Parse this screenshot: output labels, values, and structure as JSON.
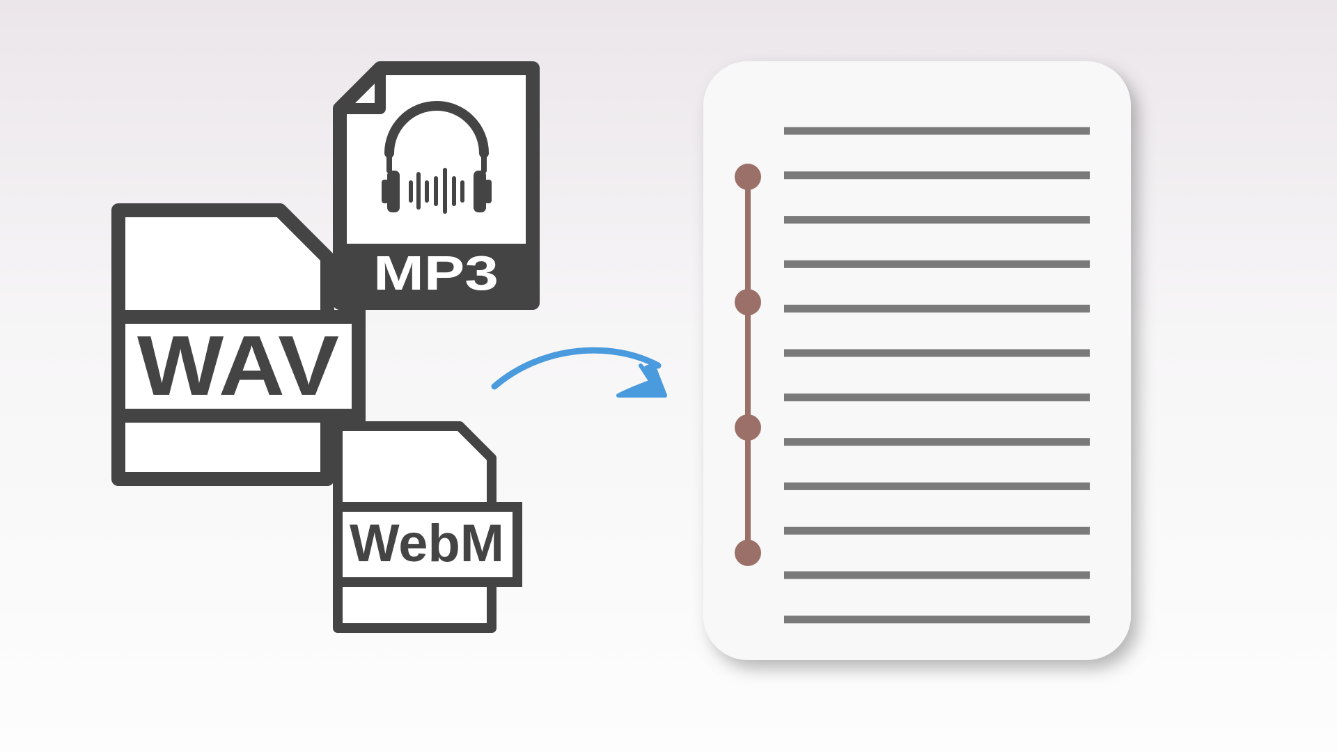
{
  "colors": {
    "icon_dark": "#444444",
    "arrow_blue": "#4a9ade",
    "document_bg": "#f8f8f8",
    "document_line": "#7a7a7a",
    "timeline": "#9b7068"
  },
  "files": {
    "mp3": {
      "label": "MP3",
      "icon": "headphones-icon"
    },
    "wav": {
      "label": "WAV"
    },
    "webm": {
      "label": "WebM"
    }
  },
  "arrow": {
    "icon": "curved-arrow-icon"
  },
  "document": {
    "icon": "transcript-document-icon",
    "line_count": 12,
    "timeline_markers": 4
  }
}
